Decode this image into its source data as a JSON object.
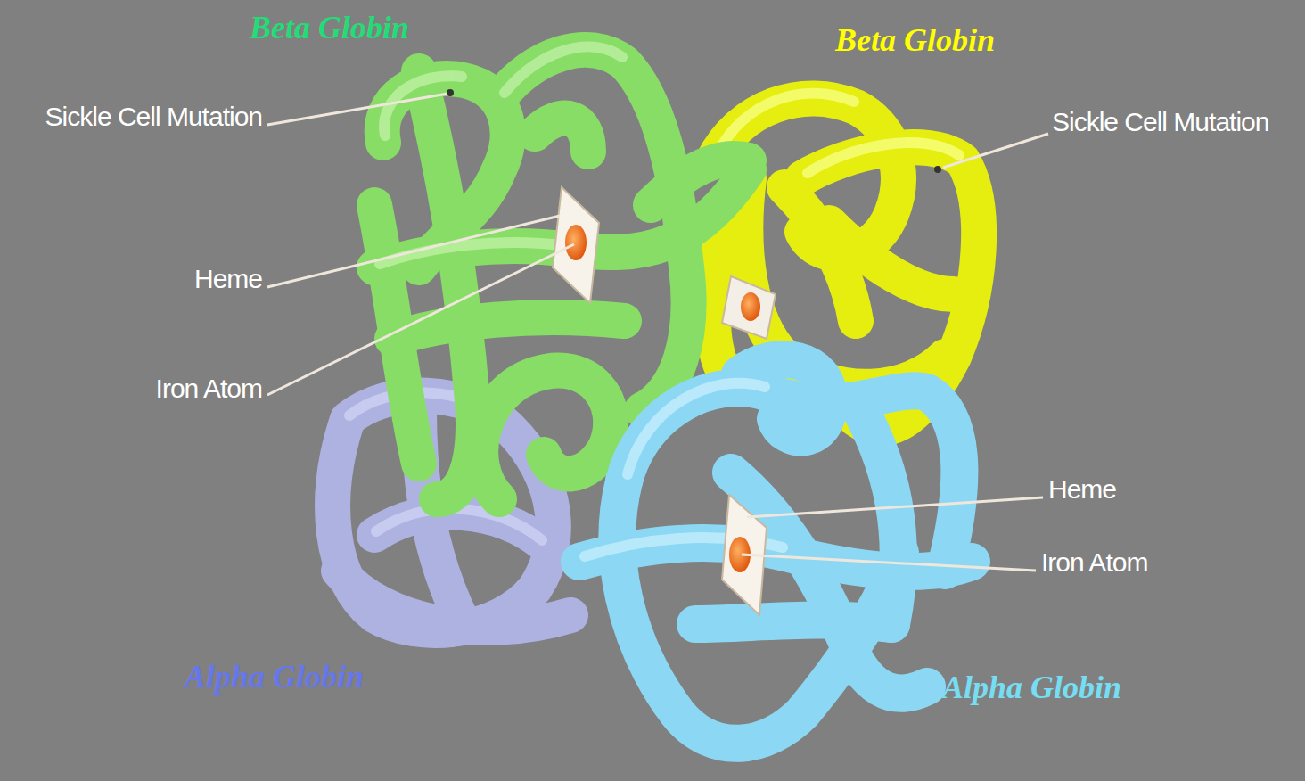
{
  "diagram": {
    "labels": [
      "Beta Globin",
      "Beta Globin",
      "Sickle Cell Mutation",
      "Sickle Cell Mutation",
      "Heme",
      "Iron Atom",
      "Heme",
      "Iron Atom",
      "Alpha Globin",
      "Alpha Globin"
    ]
  }
}
